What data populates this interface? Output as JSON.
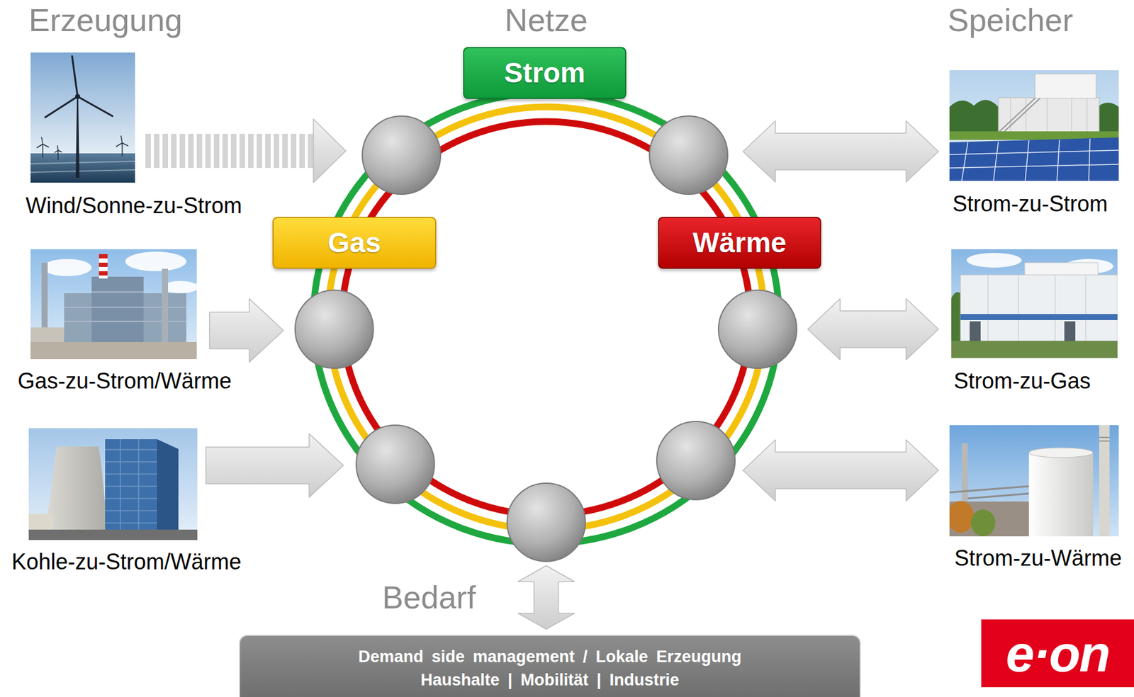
{
  "diagram": {
    "nodes": [
      {
        "text": [
          "Wind/Sonne-zu-Strom"
        ]
      },
      {
        "text": [
          "Gas-zu-Strom/Wärme"
        ]
      },
      {
        "text": [
          "Kohle-zu-Strom/Wärme"
        ]
      },
      {
        "text": [
          "Netze"
        ]
      },
      {
        "text": [
          "Strom"
        ]
      },
      {
        "text": [
          "Gas"
        ]
      },
      {
        "text": [
          "Wärme"
        ]
      },
      {
        "text": [
          "Strom-zu-Strom"
        ]
      },
      {
        "text": [
          "Strom-zu-Gas"
        ]
      },
      {
        "text": [
          "Strom-zu-Wärme"
        ]
      },
      {
        "text": [
          "Demand side management / Lokale Erzeugung",
          "Haushalte | Mobilität | Industrie"
        ]
      },
      {
        "text": [
          "e·on"
        ]
      }
    ],
    "edges": [
      {
        "from": 0,
        "to": 3,
        "arrow": "to"
      },
      {
        "from": 1,
        "to": 3,
        "arrow": "to"
      },
      {
        "from": 2,
        "to": 3,
        "arrow": "to"
      },
      {
        "from": 3,
        "to": 7,
        "arrow": "both"
      },
      {
        "from": 3,
        "to": 8,
        "arrow": "both"
      },
      {
        "from": 3,
        "to": 9,
        "arrow": "both"
      },
      {
        "from": 3,
        "to": 10,
        "arrow": "both"
      }
    ],
    "labels": [
      "Erzeugung",
      "Speicher",
      "Bedarf"
    ]
  }
}
